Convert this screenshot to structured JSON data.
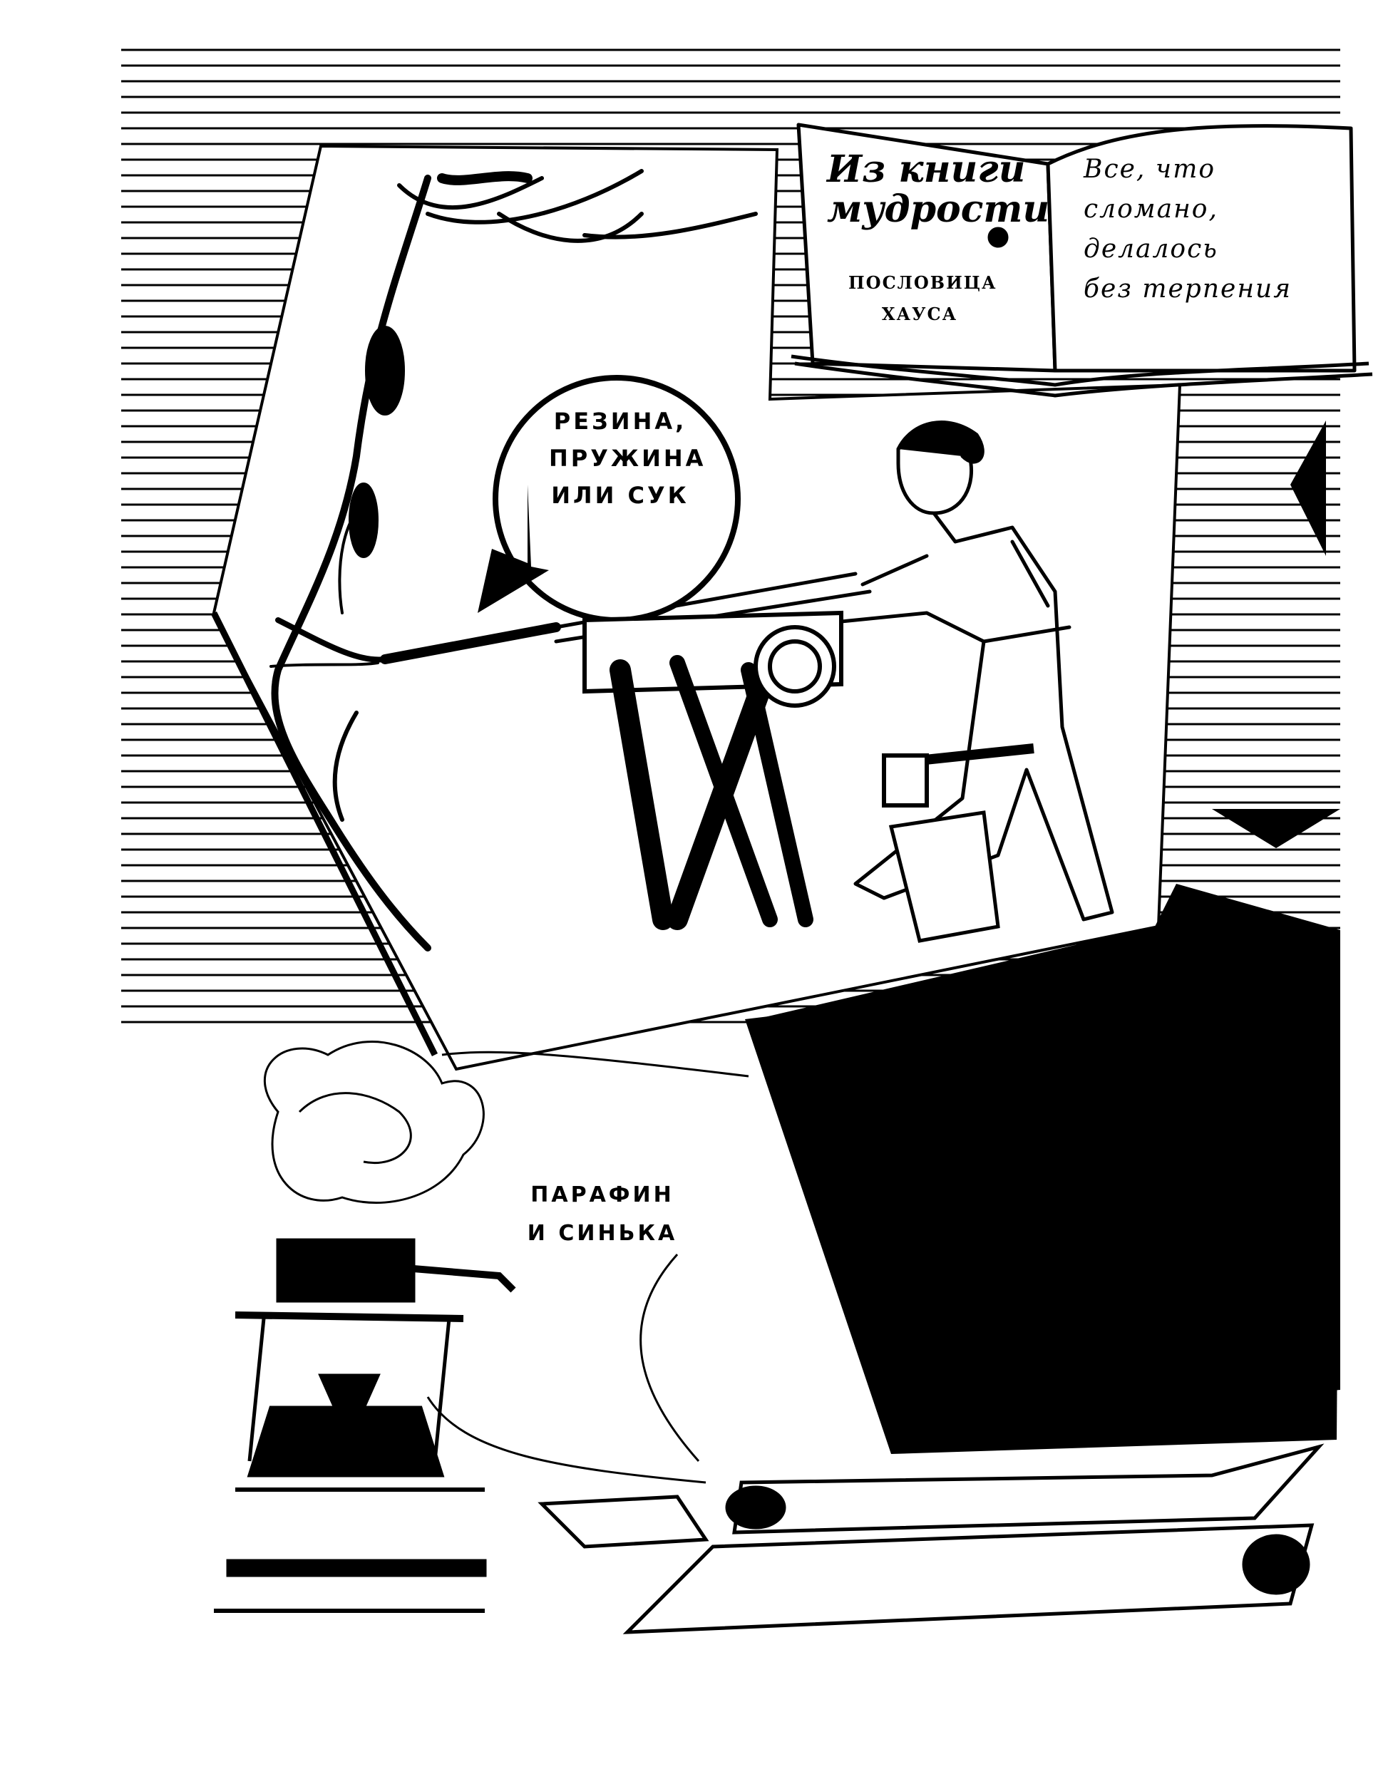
{
  "book": {
    "title": "Из книги мудрости",
    "source": "ПОСЛОВИЦА ХАУСА",
    "quote": "Все, что сломано, делалось без терпения"
  },
  "labels": {
    "rubber_note": "РЕЗИНА, ПРУЖИНА ИЛИ СУК",
    "paraffin_note": "ПАРАФИН И СИНЬКА"
  },
  "colors": {
    "ink": "#000000",
    "paper": "#ffffff"
  },
  "icons": [
    "tree-icon",
    "boy-sawing-icon",
    "sawhorse-icon",
    "axe-icon",
    "stump-icon",
    "lamp-pot-icon",
    "rolled-paper-icon",
    "arrow-icon"
  ]
}
